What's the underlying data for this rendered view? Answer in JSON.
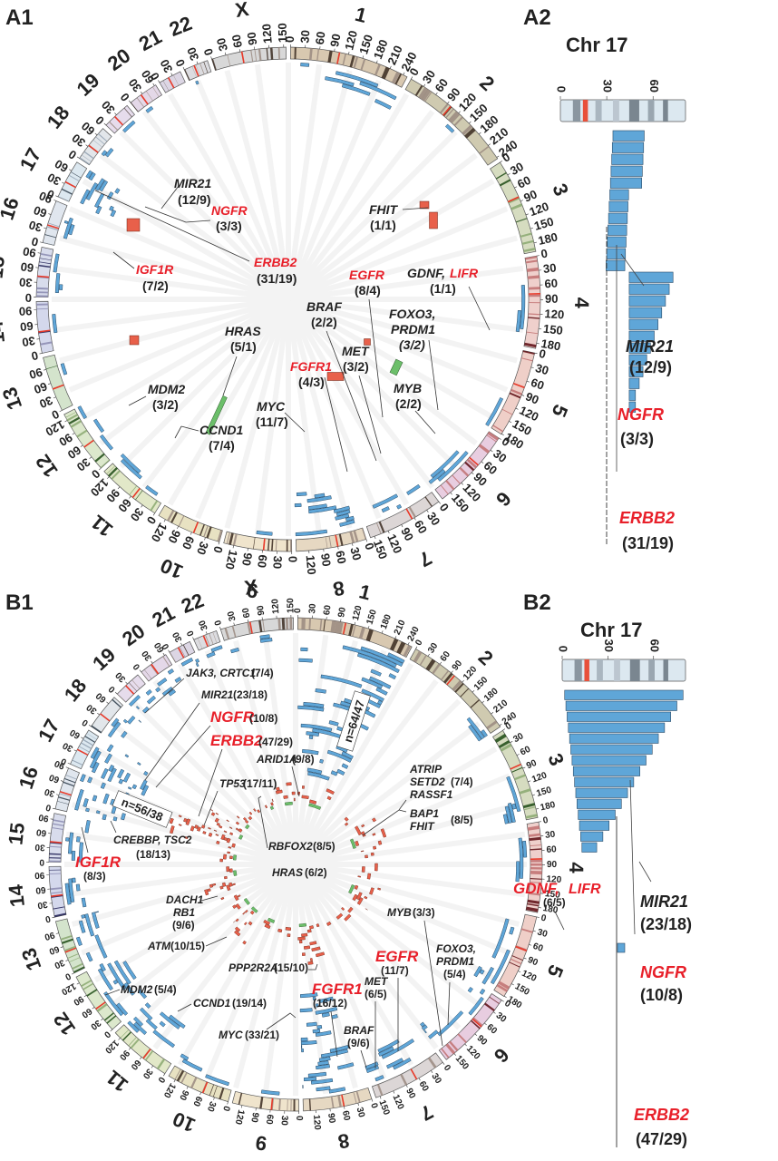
{
  "chart_data": {
    "type": "circos",
    "colors": {
      "gain": "#5fa6d8",
      "loss": "#e8604a",
      "neutral_loh": "#6cbf6a",
      "highlight_gene": "#e8202a",
      "text": "#222222"
    },
    "chromosomes": [
      {
        "name": "1",
        "length": 249,
        "ticks": [
          0,
          30,
          60,
          90,
          120,
          150,
          180,
          210,
          240
        ],
        "color": "#d8c8b0"
      },
      {
        "name": "2",
        "length": 243,
        "ticks": [
          0,
          30,
          60,
          90,
          120,
          150,
          180,
          210,
          240
        ],
        "color": "#cfcab0"
      },
      {
        "name": "3",
        "length": 198,
        "ticks": [
          0,
          30,
          60,
          90,
          120,
          150,
          180
        ],
        "color": "#d6dcc0"
      },
      {
        "name": "4",
        "length": 191,
        "ticks": [
          0,
          30,
          60,
          90,
          120,
          150,
          180
        ],
        "color": "#efd0cc"
      },
      {
        "name": "5",
        "length": 181,
        "ticks": [
          0,
          30,
          60,
          90,
          120,
          150,
          180
        ],
        "color": "#efcfc8"
      },
      {
        "name": "6",
        "length": 171,
        "ticks": [
          0,
          30,
          60,
          90,
          120,
          150
        ],
        "color": "#e8cde0"
      },
      {
        "name": "7",
        "length": 159,
        "ticks": [
          0,
          30,
          60,
          90,
          120,
          150
        ],
        "color": "#dcd6d6"
      },
      {
        "name": "8",
        "length": 146,
        "ticks": [
          0,
          30,
          60,
          90,
          120
        ],
        "color": "#e6d8c2"
      },
      {
        "name": "9",
        "length": 141,
        "ticks": [
          0,
          30,
          60,
          90,
          120
        ],
        "color": "#efe4cc"
      },
      {
        "name": "10",
        "length": 136,
        "ticks": [
          0,
          30,
          60,
          90,
          120
        ],
        "color": "#e8e2c2"
      },
      {
        "name": "11",
        "length": 135,
        "ticks": [
          0,
          30,
          60,
          90,
          120
        ],
        "color": "#e2e8c8"
      },
      {
        "name": "12",
        "length": 134,
        "ticks": [
          0,
          30,
          60,
          90,
          120
        ],
        "color": "#dce8cc"
      },
      {
        "name": "13",
        "length": 115,
        "ticks": [
          0,
          30,
          60,
          90
        ],
        "color": "#d4e4cc"
      },
      {
        "name": "14",
        "length": 107,
        "ticks": [
          0,
          30,
          60,
          90
        ],
        "color": "#d4d8ec"
      },
      {
        "name": "15",
        "length": 103,
        "ticks": [
          0,
          30,
          60,
          90
        ],
        "color": "#d8dcec"
      },
      {
        "name": "16",
        "length": 90,
        "ticks": [
          0,
          30,
          60,
          90
        ],
        "color": "#e0e6ee"
      },
      {
        "name": "17",
        "length": 81,
        "ticks": [
          0,
          30,
          60
        ],
        "color": "#dce8f0"
      },
      {
        "name": "18",
        "length": 78,
        "ticks": [
          0,
          30,
          60
        ],
        "color": "#e2e6ea"
      },
      {
        "name": "19",
        "length": 59,
        "ticks": [
          0,
          30
        ],
        "color": "#e6dcec"
      },
      {
        "name": "20",
        "length": 63,
        "ticks": [
          0,
          30,
          60
        ],
        "color": "#e4d8e8"
      },
      {
        "name": "21",
        "length": 48,
        "ticks": [
          0,
          30
        ],
        "color": "#dcd6e4"
      },
      {
        "name": "22",
        "length": 51,
        "ticks": [
          0,
          30
        ],
        "color": "#dcdce0"
      },
      {
        "name": "X",
        "length": 155,
        "ticks": [
          0,
          30,
          60,
          90,
          120,
          150
        ],
        "color": "#d8d8d8"
      }
    ],
    "panels": [
      {
        "id": "A1",
        "label": "A1",
        "genes": [
          {
            "name": "MIR21",
            "count": "(12/9)",
            "highlight": false
          },
          {
            "name": "NGFR",
            "count": "(3/3)",
            "highlight": true
          },
          {
            "name": "ERBB2",
            "count": "(31/19)",
            "highlight": true
          },
          {
            "name": "IGF1R",
            "count": "(7/2)",
            "highlight": true
          },
          {
            "name": "FHIT",
            "count": "(1/1)",
            "highlight": false
          },
          {
            "name": "EGFR",
            "count": "(8/4)",
            "highlight": true
          },
          {
            "name": "GDNF,",
            "name2": "LIFR",
            "count": "(1/1)",
            "highlight": false,
            "highlight2": true
          },
          {
            "name": "BRAF",
            "count": "(2/2)",
            "highlight": false
          },
          {
            "name": "FOXO3,",
            "name2": "PRDM1",
            "count": "(3/2)",
            "highlight": false
          },
          {
            "name": "MET",
            "count": "(3/2)",
            "highlight": false
          },
          {
            "name": "HRAS",
            "count": "(5/1)",
            "highlight": false
          },
          {
            "name": "FGFR1",
            "count": "(4/3)",
            "highlight": true
          },
          {
            "name": "MYB",
            "count": "(2/2)",
            "highlight": false
          },
          {
            "name": "MDM2",
            "count": "(3/2)",
            "highlight": false
          },
          {
            "name": "MYC",
            "count": "(11/7)",
            "highlight": false
          },
          {
            "name": "CCND1",
            "count": "(7/4)",
            "highlight": false
          }
        ]
      },
      {
        "id": "B1",
        "label": "B1",
        "annotations": [
          {
            "text": "n=64/47"
          },
          {
            "text": "n=56/38"
          }
        ],
        "genes": [
          {
            "name": "JAK3, CRTC1",
            "count": "(7/4)",
            "highlight": false
          },
          {
            "name": "MIR21",
            "count": "(23/18)",
            "highlight": false
          },
          {
            "name": "NGFR",
            "count": "(10/8)",
            "highlight": true
          },
          {
            "name": "ERBB2",
            "count": "(47/29)",
            "highlight": true
          },
          {
            "name": "ARID1A",
            "count": "(9/8)",
            "highlight": false
          },
          {
            "name": "TP53",
            "count": "(17/11)",
            "highlight": false
          },
          {
            "name": "ATRIP",
            "highlight": false
          },
          {
            "name": "SETD2",
            "count": "(7/4)",
            "highlight": false
          },
          {
            "name": "RASSF1",
            "highlight": false
          },
          {
            "name": "BAP1",
            "count": "(8/5)",
            "highlight": false
          },
          {
            "name": "FHIT",
            "highlight": false
          },
          {
            "name": "CREBBP, TSC2",
            "count": "(18/13)",
            "highlight": false
          },
          {
            "name": "RBFOX2",
            "count": "(8/5)",
            "highlight": false
          },
          {
            "name": "IGF1R",
            "count": "(8/3)",
            "highlight": true
          },
          {
            "name": "HRAS",
            "count": "(6/2)",
            "highlight": false
          },
          {
            "name": "DACH1",
            "highlight": false
          },
          {
            "name": "RB1",
            "count": "(9/6)",
            "highlight": false
          },
          {
            "name": "GDNF,",
            "name2": "LIFR",
            "count": "(6/5)",
            "highlight": false,
            "highlight2": true
          },
          {
            "name": "MYB",
            "count": "(3/3)",
            "highlight": false
          },
          {
            "name": "ATM",
            "count": "(10/15)",
            "highlight": false
          },
          {
            "name": "PPP2R2A",
            "count": "(15/10)",
            "highlight": false
          },
          {
            "name": "FOXO3,",
            "name2": "PRDM1",
            "count": "(5/4)",
            "highlight": false
          },
          {
            "name": "EGFR",
            "count": "(11/7)",
            "highlight": true
          },
          {
            "name": "MET",
            "count": "(6/5)",
            "highlight": false
          },
          {
            "name": "MDM2",
            "count": "(5/4)",
            "highlight": false
          },
          {
            "name": "FGFR1",
            "count": "(16/12)",
            "highlight": true
          },
          {
            "name": "CCND1",
            "count": "(19/14)",
            "highlight": false
          },
          {
            "name": "BRAF",
            "count": "(9/6)",
            "highlight": false
          },
          {
            "name": "MYC",
            "count": "(33/21)",
            "highlight": false
          }
        ]
      },
      {
        "id": "A2",
        "label": "A2",
        "title": "Chr 17",
        "ticks": [
          0,
          30,
          60
        ],
        "length": 81,
        "genes": [
          {
            "name": "MIR21",
            "count": "(12/9)",
            "highlight": false,
            "pos": 57
          },
          {
            "name": "NGFR",
            "count": "(3/3)",
            "highlight": true,
            "pos": 47
          },
          {
            "name": "ERBB2",
            "count": "(31/19)",
            "highlight": true,
            "pos": 39
          }
        ]
      },
      {
        "id": "B2",
        "label": "B2",
        "title": "Chr 17",
        "ticks": [
          0,
          30,
          60
        ],
        "length": 81,
        "genes": [
          {
            "name": "MIR21",
            "count": "(23/18)",
            "highlight": false,
            "pos": 57
          },
          {
            "name": "NGFR",
            "count": "(10/8)",
            "highlight": true,
            "pos": 47
          },
          {
            "name": "ERBB2",
            "count": "(47/29)",
            "highlight": true,
            "pos": 39
          }
        ]
      }
    ]
  }
}
